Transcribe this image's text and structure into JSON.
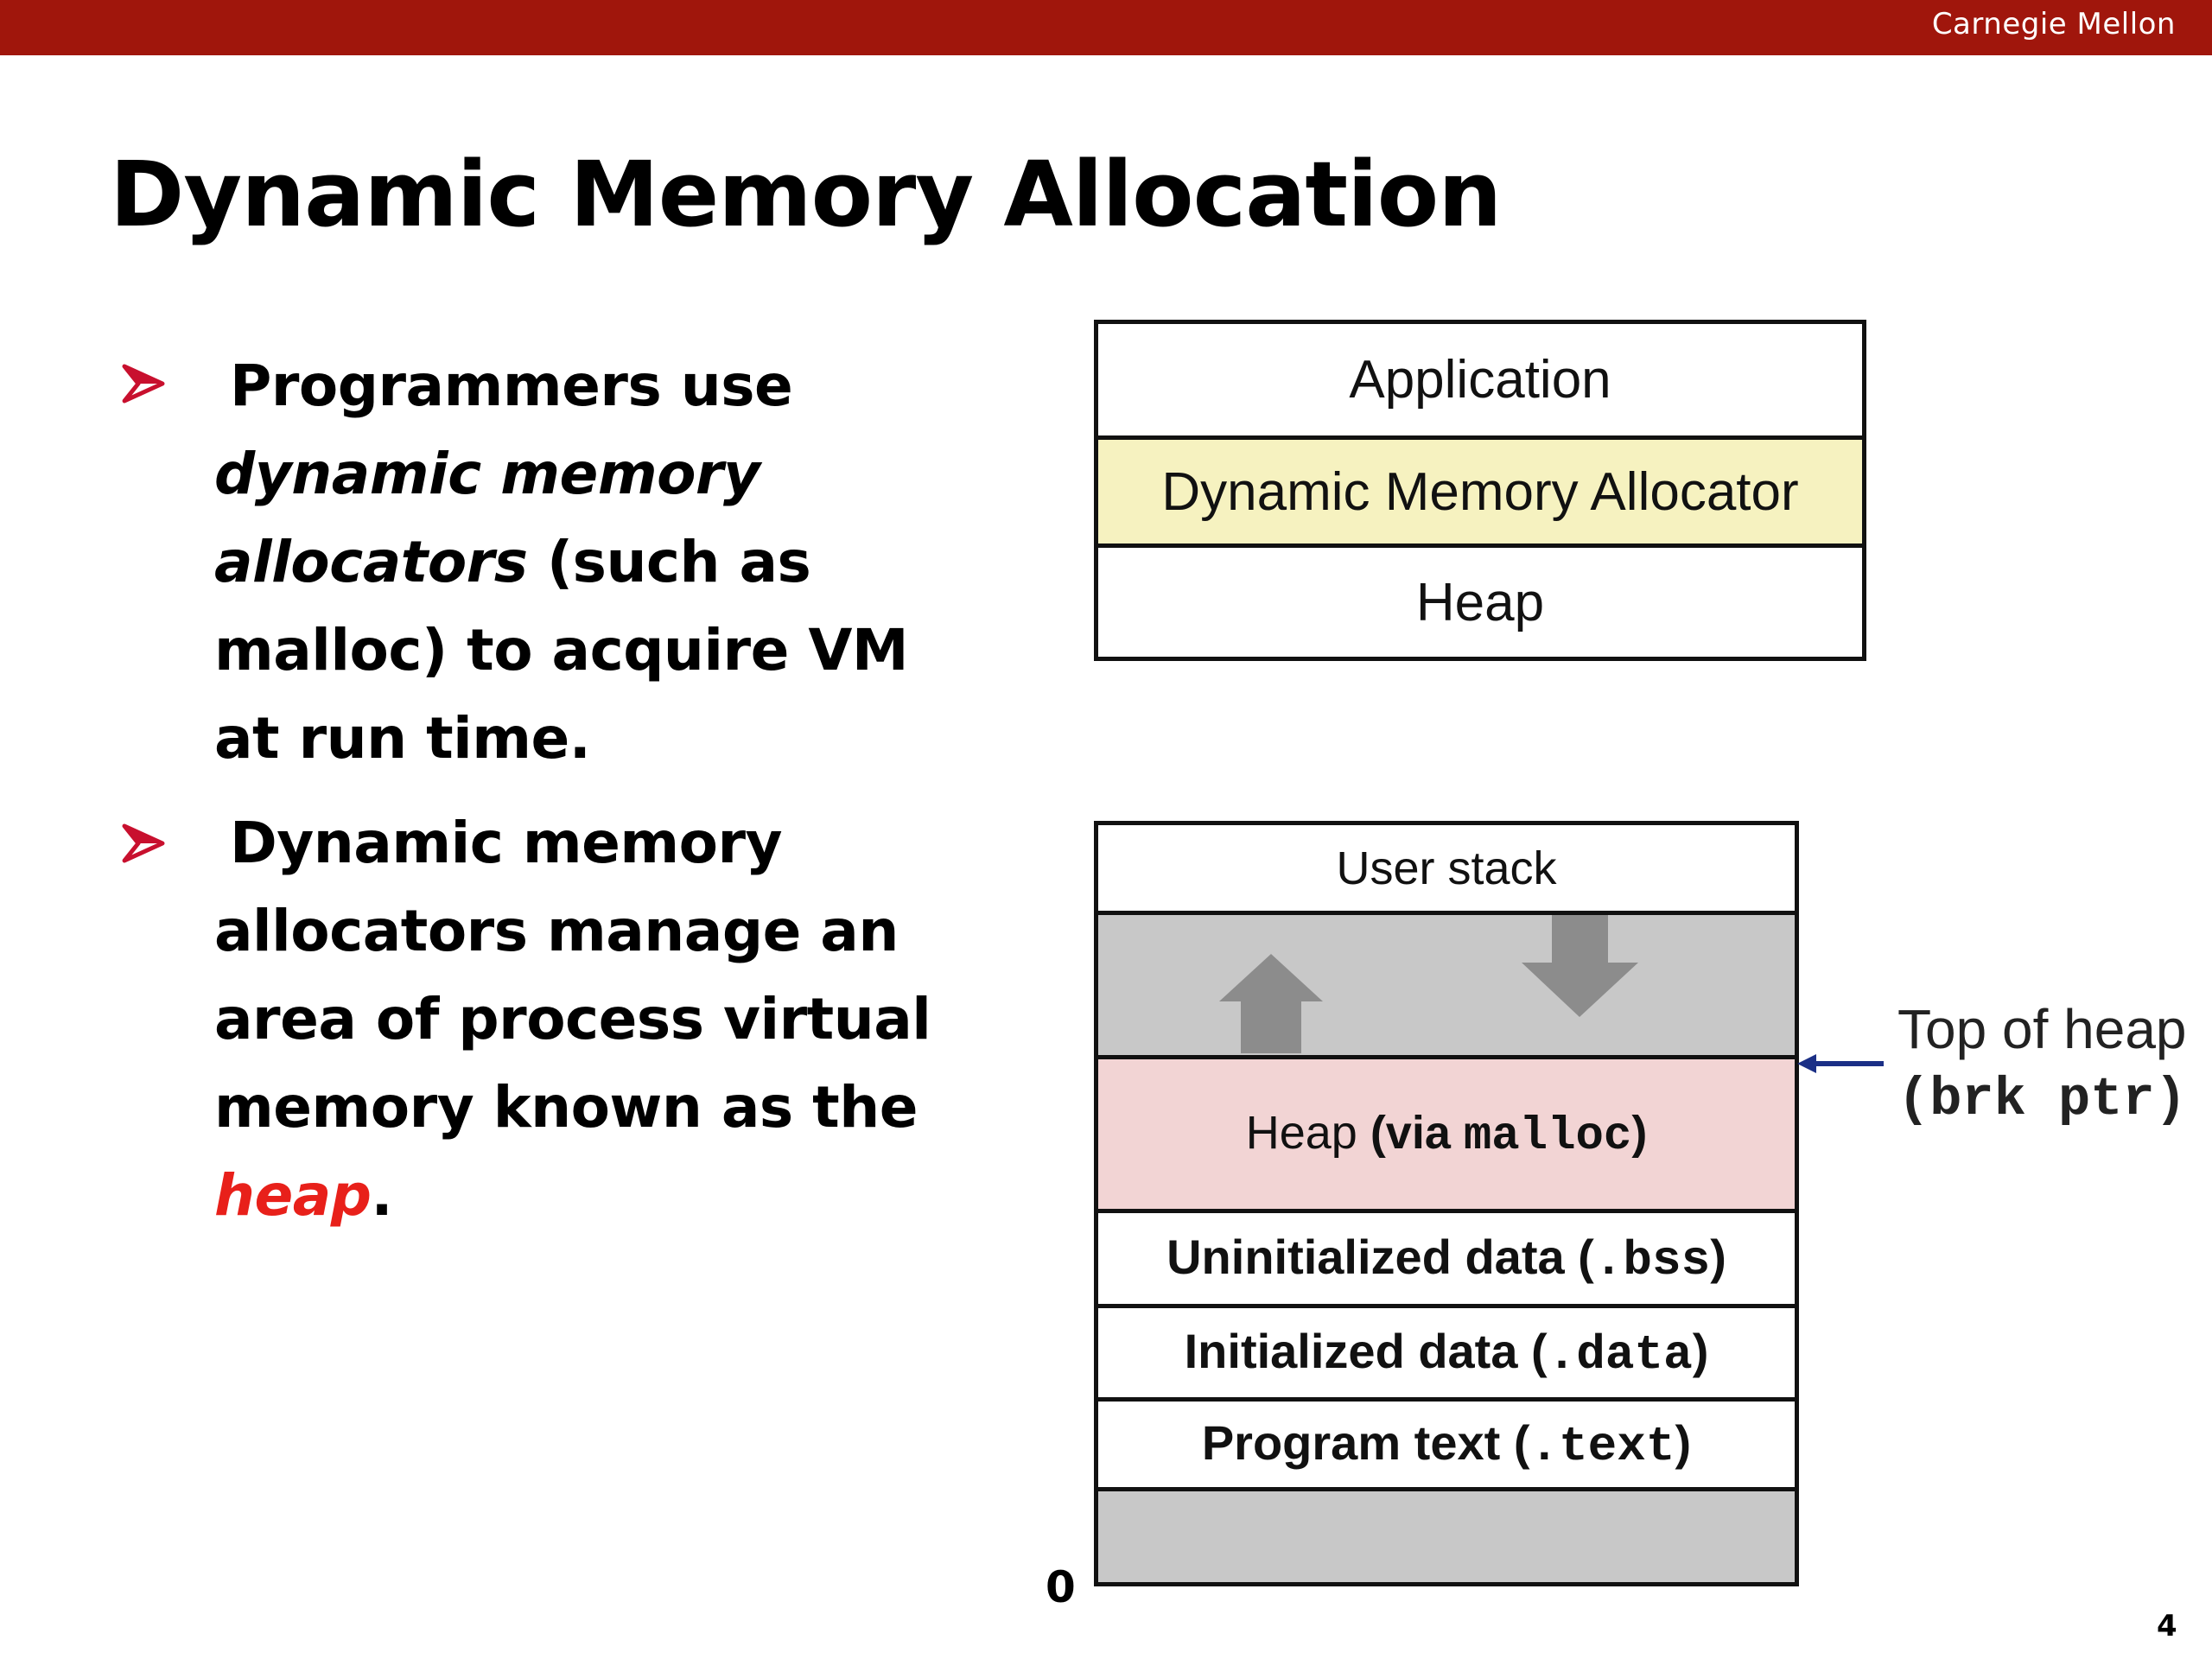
{
  "header": {
    "brand": "Carnegie Mellon"
  },
  "slide": {
    "title": "Dynamic Memory Allocation",
    "page_number": "4",
    "bullets": [
      {
        "bold_start": "Programmers use",
        "italic": "dynamic memory allocators",
        "rest": " (such as malloc) to acquire VM at run time."
      },
      {
        "bold_start": "Dynamic memory allocators manage an area of process virtual memory known as the",
        "red_italic": "heap",
        "end": "."
      }
    ]
  },
  "layers_diagram": {
    "rows": [
      "Application",
      "Dynamic Memory Allocator",
      "Heap"
    ],
    "colors": {
      "highlight": "#f6f2c0",
      "plain": "#ffffff"
    }
  },
  "memory_diagram": {
    "user_stack": "User stack",
    "heap_label_prefix": "Heap ",
    "heap_label_via": "(via ",
    "heap_label_code": "malloc",
    "heap_label_suffix": ")",
    "bss_prefix": "Uninitialized data (",
    "bss_code": ".bss",
    "bss_suffix": ")",
    "data_prefix": "Initialized data (",
    "data_code": ".data",
    "data_suffix": ")",
    "text_prefix": "Program text (",
    "text_code": ".text",
    "text_suffix": ")",
    "bottom_address": "0",
    "top_of_heap_label": "Top of heap",
    "top_of_heap_code": "(brk  ptr)",
    "colors": {
      "gray": "#c8c8c8",
      "heap": "#f2d4d4",
      "arrow_gray": "#8c8c8c",
      "pointer": "#1b2f86"
    }
  }
}
